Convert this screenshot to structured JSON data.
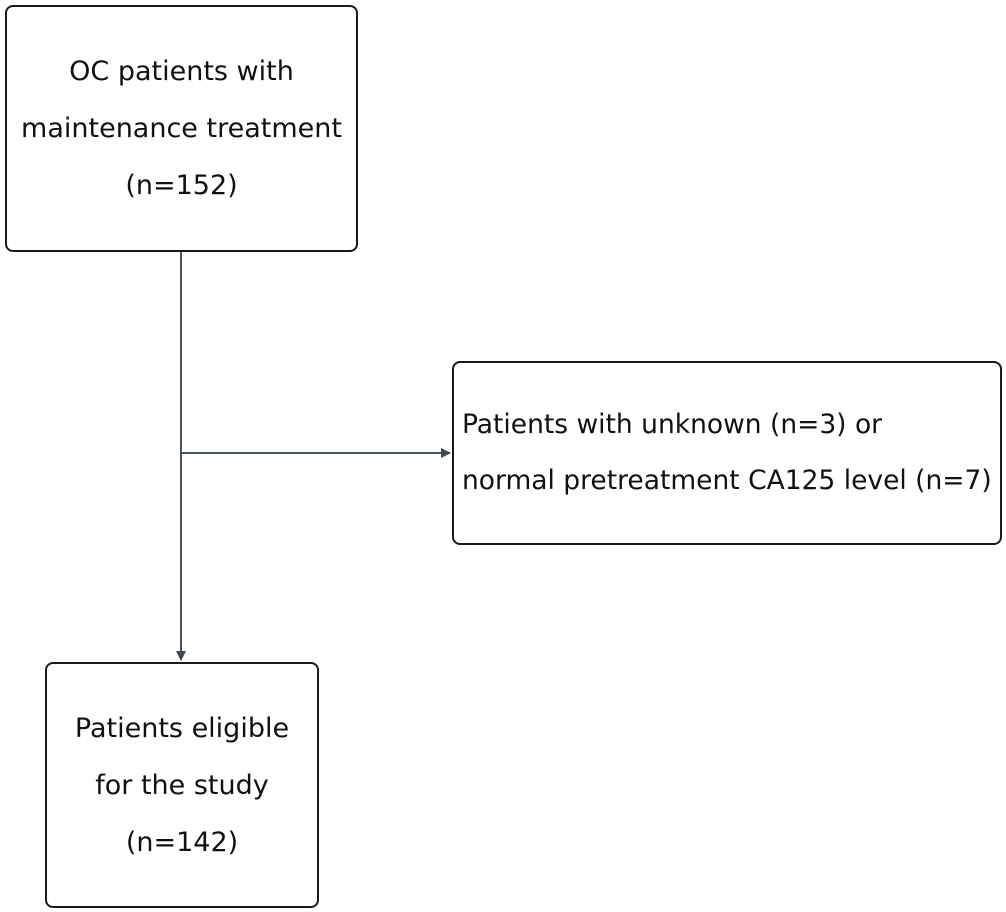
{
  "start_box": {
    "lines": [
      "OC patients with",
      "maintenance treatment",
      "(n=152)"
    ]
  },
  "excluded_box": {
    "lines": [
      "Patients with unknown (n=3) or",
      "normal pretreatment CA125 level (n=7)"
    ]
  },
  "eligible_box": {
    "lines": [
      "Patients eligible",
      "for the study",
      "(n=142)"
    ]
  },
  "colors": {
    "connector": "#4a5360",
    "box_border": "#1a1a1a"
  }
}
